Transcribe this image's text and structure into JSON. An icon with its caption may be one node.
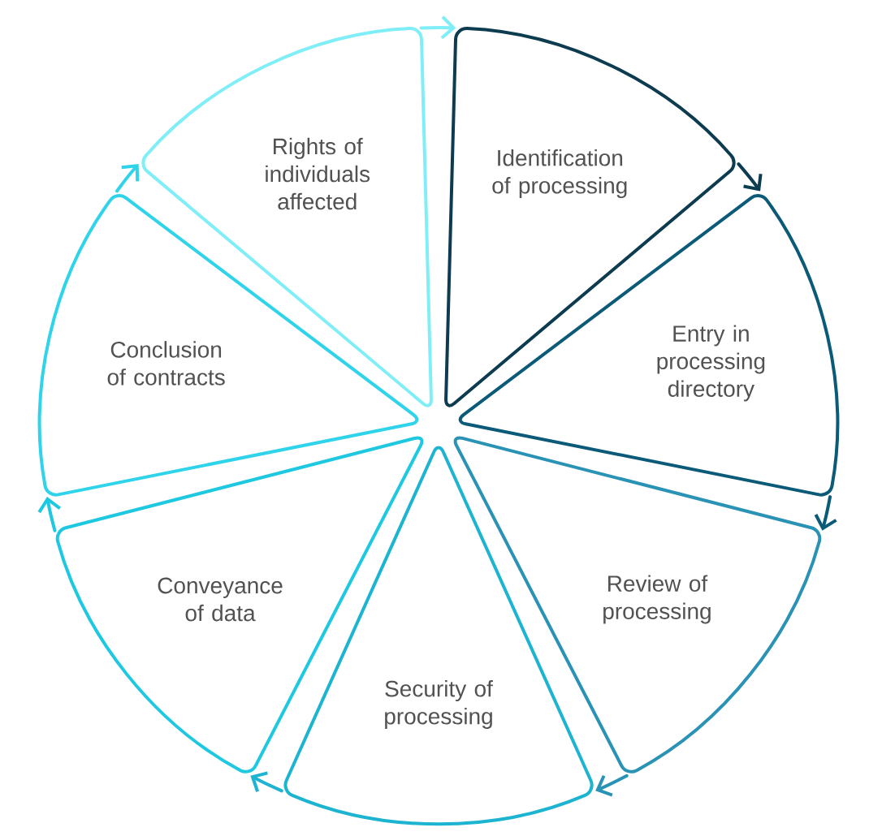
{
  "diagram": {
    "nodes": [
      {
        "text": [
          "Identification of processing"
        ]
      },
      {
        "text": [
          "Entry in processing directory"
        ]
      },
      {
        "text": [
          "Review of processing"
        ]
      },
      {
        "text": [
          "Security of processing"
        ]
      },
      {
        "text": [
          "Conveyance of data"
        ]
      },
      {
        "text": [
          "Conclusion of contracts"
        ]
      },
      {
        "text": [
          "Rights of individuals affected"
        ]
      }
    ],
    "edges": [
      {
        "from": 0,
        "to": 1,
        "arrow": "to",
        "color": "#0d3b4f"
      },
      {
        "from": 1,
        "to": 2,
        "arrow": "to",
        "color": "#0b5a78"
      },
      {
        "from": 2,
        "to": 3,
        "arrow": "to",
        "color": "#2a93b5"
      },
      {
        "from": 3,
        "to": 4,
        "arrow": "to",
        "color": "#1cb4d0"
      },
      {
        "from": 4,
        "to": 5,
        "arrow": "to",
        "color": "#1ec8e0"
      },
      {
        "from": 5,
        "to": 6,
        "arrow": "to",
        "color": "#2fd3ea"
      },
      {
        "from": 6,
        "to": 0,
        "arrow": "to",
        "color": "#80eef6"
      }
    ]
  }
}
